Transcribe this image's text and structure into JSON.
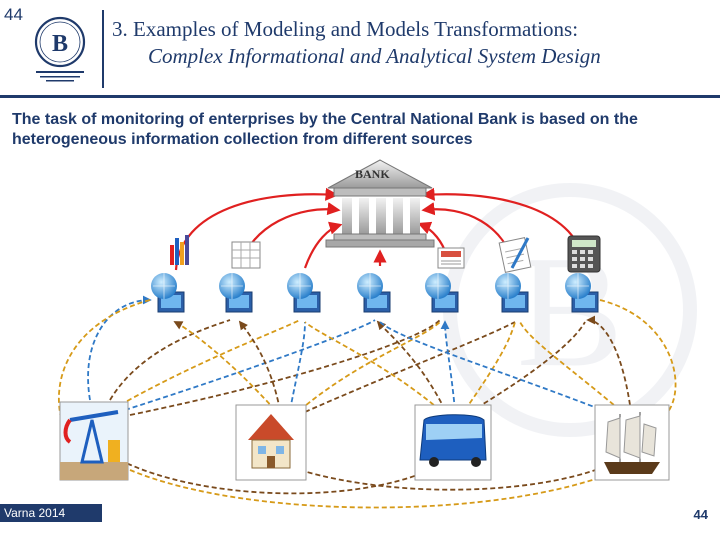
{
  "slide": {
    "number_top": "44",
    "title_line1": "3.  Examples of Modeling and Models Transformations:",
    "title_line2": "Complex Informational and Analytical System Design",
    "lead_text": "The task of monitoring of enterprises by the Central National Bank is based on the heterogeneous information collection from different sources",
    "bank_label": "BANK",
    "footer_left": "Varna 2014",
    "footer_right": "44"
  },
  "colors": {
    "brand": "#1f3a6b",
    "red_arrow": "#e02020",
    "orange_arrow": "#d69a18",
    "blue_arrow": "#2f79c6",
    "brown_arrow": "#7a4a1c"
  },
  "icons": {
    "computers": [
      "computer-icon",
      "computer-icon",
      "computer-icon",
      "computer-icon",
      "computer-icon",
      "computer-icon",
      "computer-icon"
    ],
    "documents": [
      "bar-chart-icon",
      "spreadsheet-icon",
      "newspaper-icon",
      "document-pencil-icon",
      "calculator-icon"
    ],
    "sources": [
      "oil-pump-icon",
      "house-icon",
      "bus-icon",
      "sailing-ship-icon"
    ]
  }
}
